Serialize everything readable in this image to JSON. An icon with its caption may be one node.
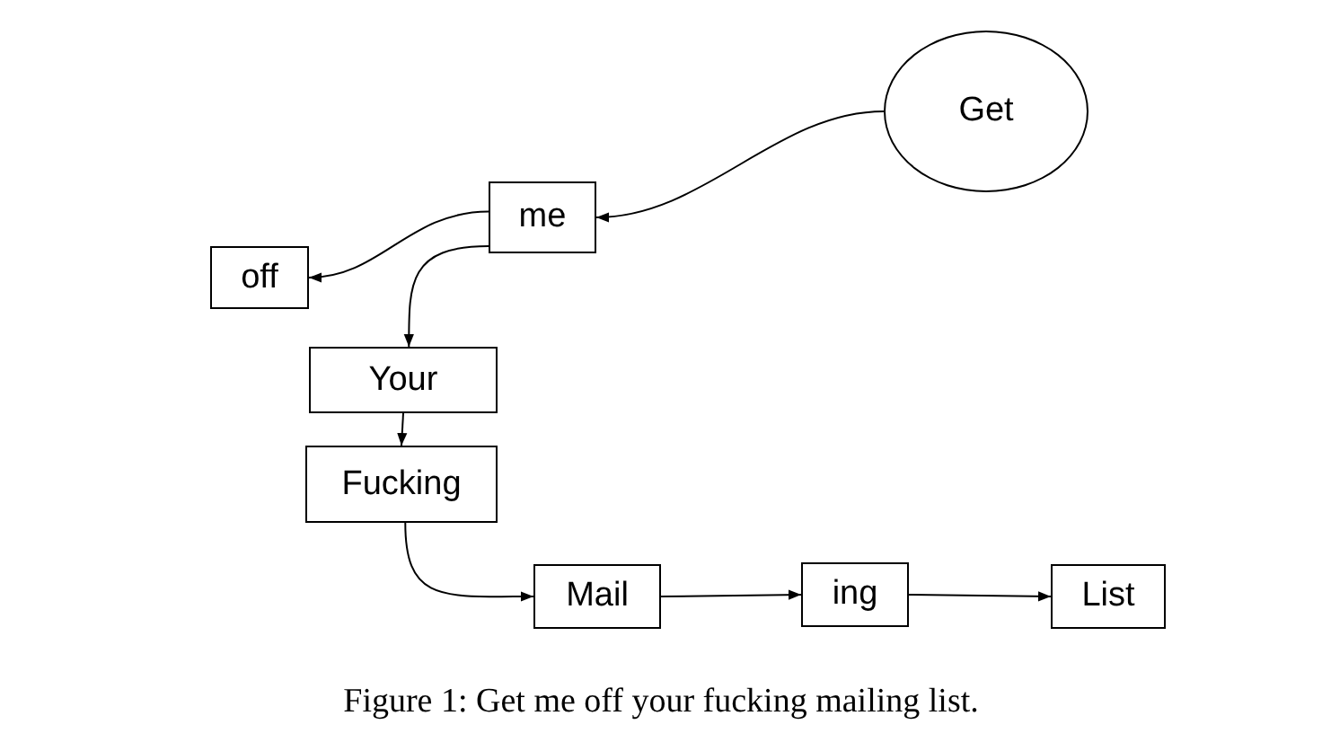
{
  "diagram": {
    "caption": "Figure 1: Get me off your fucking mailing list.",
    "nodes": [
      {
        "text": [
          "Get"
        ]
      },
      {
        "text": [
          "me"
        ]
      },
      {
        "text": [
          "off"
        ]
      },
      {
        "text": [
          "Your"
        ]
      },
      {
        "text": [
          "Fucking"
        ]
      },
      {
        "text": [
          "Mail"
        ]
      },
      {
        "text": [
          "ing"
        ]
      },
      {
        "text": [
          "List"
        ]
      }
    ],
    "edges": [
      {
        "from": 0,
        "to": 1,
        "arrow": "to"
      },
      {
        "from": 1,
        "to": 2,
        "arrow": "to"
      },
      {
        "from": 1,
        "to": 3,
        "arrow": "to"
      },
      {
        "from": 3,
        "to": 4,
        "arrow": "to"
      },
      {
        "from": 4,
        "to": 5,
        "arrow": "to"
      },
      {
        "from": 5,
        "to": 6,
        "arrow": "to"
      },
      {
        "from": 6,
        "to": 7,
        "arrow": "to"
      }
    ]
  }
}
